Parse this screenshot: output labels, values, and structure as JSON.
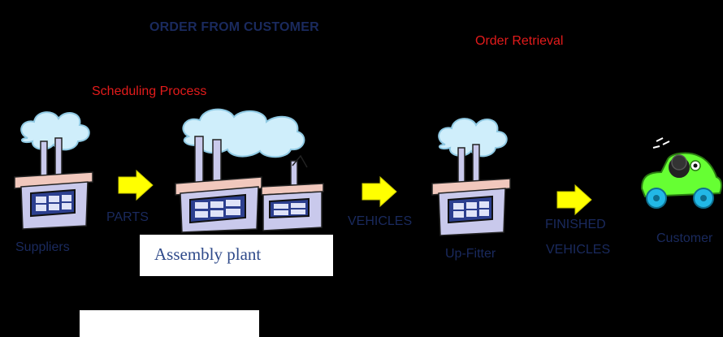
{
  "diagram": {
    "title": "ORDER FROM CUSTOMER",
    "scheduling_label": "Scheduling  Process",
    "order_retrieval_label": "Order Retrieval",
    "nodes": {
      "suppliers": "Suppliers",
      "assembly_plant": "Assembly plant",
      "up_fitter": "Up-Fitter",
      "customer": "Customer"
    },
    "flows": {
      "parts": "PARTS",
      "vehicles": "VEHICLES",
      "finished_line1": "FINISHED",
      "finished_line2": "VEHICLES"
    },
    "colors": {
      "background": "#000000",
      "arrow": "#ffff00",
      "car": "#66ff33",
      "wheel": "#22b8e6",
      "cloud": "#cfeefb",
      "factory": "#c9c9ec",
      "roof": "#f1c8bd",
      "window": "#dfe3f8"
    }
  }
}
